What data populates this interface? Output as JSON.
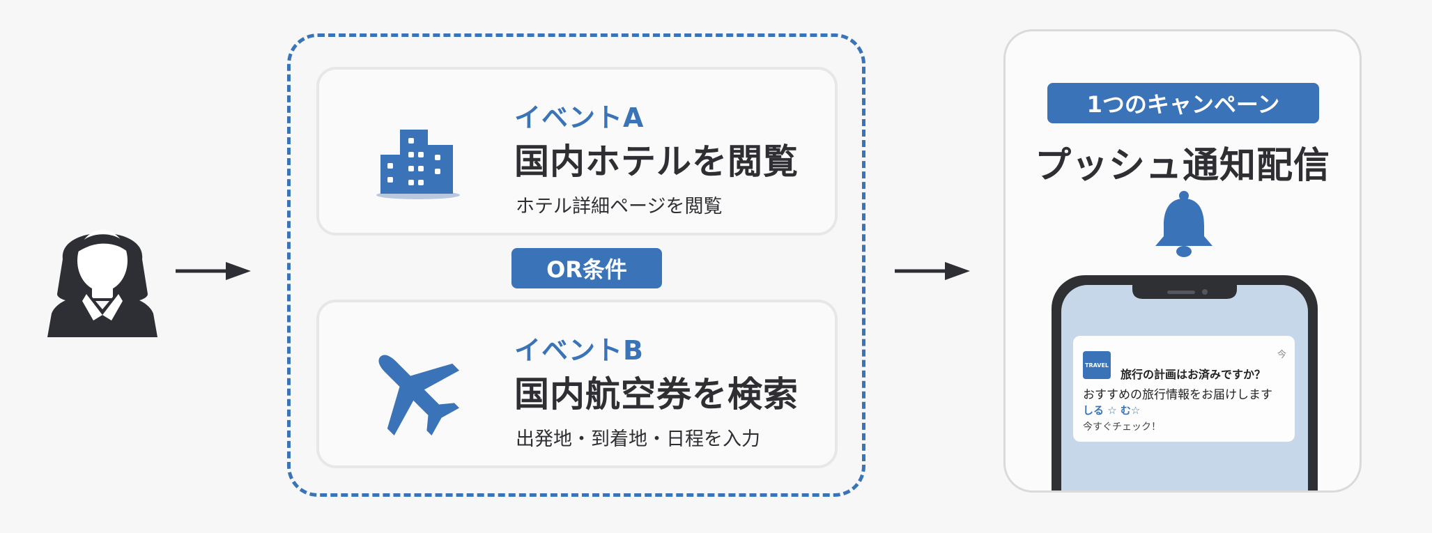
{
  "user": {
    "icon": "user-avatar-icon"
  },
  "events": [
    {
      "label": "イベントA",
      "title": "国内ホテルを閲覧",
      "description": "ホテル詳細ページを閲覧",
      "icon": "hotel-building-icon"
    },
    {
      "label": "イベントB",
      "title": "国内航空券を検索",
      "description": "出発地・到着地・日程を入力",
      "icon": "airplane-icon"
    }
  ],
  "condition": {
    "label": "OR条件"
  },
  "campaign": {
    "badge": "1つのキャンペーン",
    "title": "プッシュ通知配信",
    "icon": "bell-icon"
  },
  "notification": {
    "app_icon_text": "TRAVEL",
    "time": "今",
    "title": "旅行の計画はお済みですか？",
    "body": "おすすめの旅行情報をお届けします",
    "decoration": "しる ☆ む☆",
    "cta": "今すぐチェック！"
  },
  "colors": {
    "accent": "#3a73b8",
    "text": "#2f2f33",
    "card_border": "#e6e7e9",
    "phone_frame": "#2f3033",
    "phone_screen": "#c7d7ea"
  }
}
